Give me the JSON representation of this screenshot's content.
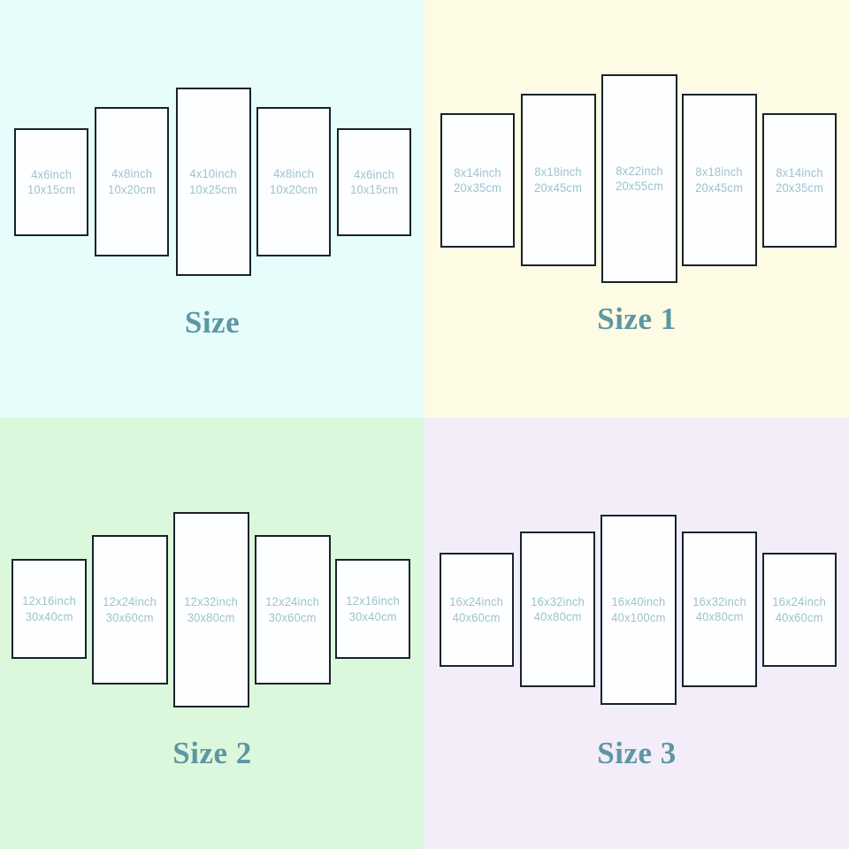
{
  "chart_data": {
    "type": "table",
    "title": "Multi-panel canvas print size chart",
    "panel_count_per_set": 5,
    "sets": [
      {
        "label": "Size",
        "background": "#e6fdfb",
        "panels": [
          {
            "inch": "4x6inch",
            "cm": "10x15cm"
          },
          {
            "inch": "4x8inch",
            "cm": "10x20cm"
          },
          {
            "inch": "4x10inch",
            "cm": "10x25cm"
          },
          {
            "inch": "4x8inch",
            "cm": "10x20cm"
          },
          {
            "inch": "4x6inch",
            "cm": "10x15cm"
          }
        ]
      },
      {
        "label": "Size 1",
        "background": "#fdfbe3",
        "panels": [
          {
            "inch": "8x14inch",
            "cm": "20x35cm"
          },
          {
            "inch": "8x18inch",
            "cm": "20x45cm"
          },
          {
            "inch": "8x22inch",
            "cm": "20x55cm"
          },
          {
            "inch": "8x18inch",
            "cm": "20x45cm"
          },
          {
            "inch": "8x14inch",
            "cm": "20x35cm"
          }
        ]
      },
      {
        "label": "Size 2",
        "background": "#dcf8dc",
        "panels": [
          {
            "inch": "12x16inch",
            "cm": "30x40cm"
          },
          {
            "inch": "12x24inch",
            "cm": "30x60cm"
          },
          {
            "inch": "12x32inch",
            "cm": "30x80cm"
          },
          {
            "inch": "12x24inch",
            "cm": "30x60cm"
          },
          {
            "inch": "12x16inch",
            "cm": "30x40cm"
          }
        ]
      },
      {
        "label": "Size 3",
        "background": "#f3edfa",
        "panels": [
          {
            "inch": "16x24inch",
            "cm": "40x60cm"
          },
          {
            "inch": "16x32inch",
            "cm": "40x80cm"
          },
          {
            "inch": "16x40inch",
            "cm": "40x100cm"
          },
          {
            "inch": "16x32inch",
            "cm": "40x80cm"
          },
          {
            "inch": "16x24inch",
            "cm": "40x60cm"
          }
        ]
      }
    ],
    "colors": {
      "panel_border": "#16232b",
      "panel_fill": "#fdfeff",
      "panel_text": "#9ec3cf",
      "size_label": "#5e96a4"
    }
  },
  "quadrants": {
    "top_left": {
      "label": "Size",
      "background": "#e6fdfb"
    },
    "top_right": {
      "label": "Size 1",
      "background": "#fdfbe3"
    },
    "bottom_left": {
      "label": "Size 2",
      "background": "#dcf8dc"
    },
    "bottom_right": {
      "label": "Size 3",
      "background": "#f3edfa"
    }
  }
}
